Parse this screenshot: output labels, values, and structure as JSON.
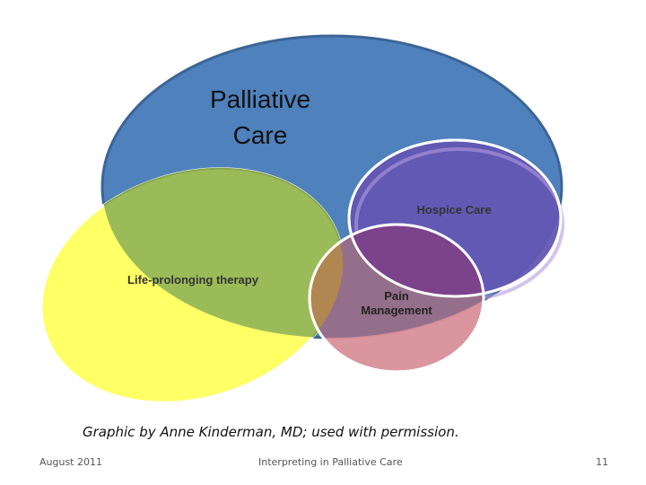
{
  "diagram": {
    "title_line1": "Palliative",
    "title_line2": "Care",
    "hospice_label": "Hospice Care",
    "life_prolonging_label": "Life-prolonging therapy",
    "pain_label_line1": "Pain",
    "pain_label_line2": "Management",
    "colors": {
      "palliative": "#4f81bd",
      "life_prolonging": "#ffff66",
      "life_prolonging_overlap": "#9bbb59",
      "hospice": "#6a5acd",
      "pain": "#d9909a",
      "pain_overlap": "#7b3f8c"
    }
  },
  "caption": "Graphic by Anne Kinderman, MD; used with permission.",
  "footer": {
    "date": "August 2011",
    "title": "Interpreting in Palliative Care",
    "page": "11"
  }
}
